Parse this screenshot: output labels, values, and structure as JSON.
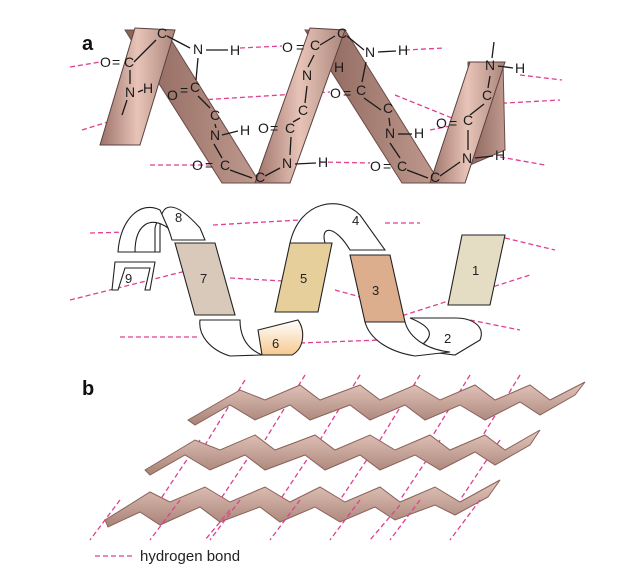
{
  "panel_a": {
    "label": "a",
    "atoms": [
      "O",
      "C",
      "N",
      "H"
    ],
    "double_bond": "=",
    "colors": {
      "ribbon_front": "#d9a8a0",
      "ribbon_back": "#a88076",
      "hbond": "#e0408f"
    }
  },
  "panel_a_schematic": {
    "segments": [
      {
        "n": "1",
        "color": "#e4dcc3"
      },
      {
        "n": "2",
        "color": "#ffffff"
      },
      {
        "n": "3",
        "color": "#dcae8d"
      },
      {
        "n": "4",
        "color": "#ffffff"
      },
      {
        "n": "5",
        "color": "#e7cf9c"
      },
      {
        "n": "6",
        "color": "#f7d4a6"
      },
      {
        "n": "7",
        "color": "#d8c9bb"
      },
      {
        "n": "8",
        "color": "#ffffff"
      },
      {
        "n": "9",
        "color": "#ffffff"
      }
    ]
  },
  "panel_b": {
    "label": "b",
    "sheet_color": "#c69d92"
  },
  "legend": {
    "label": "hydrogen bond"
  }
}
